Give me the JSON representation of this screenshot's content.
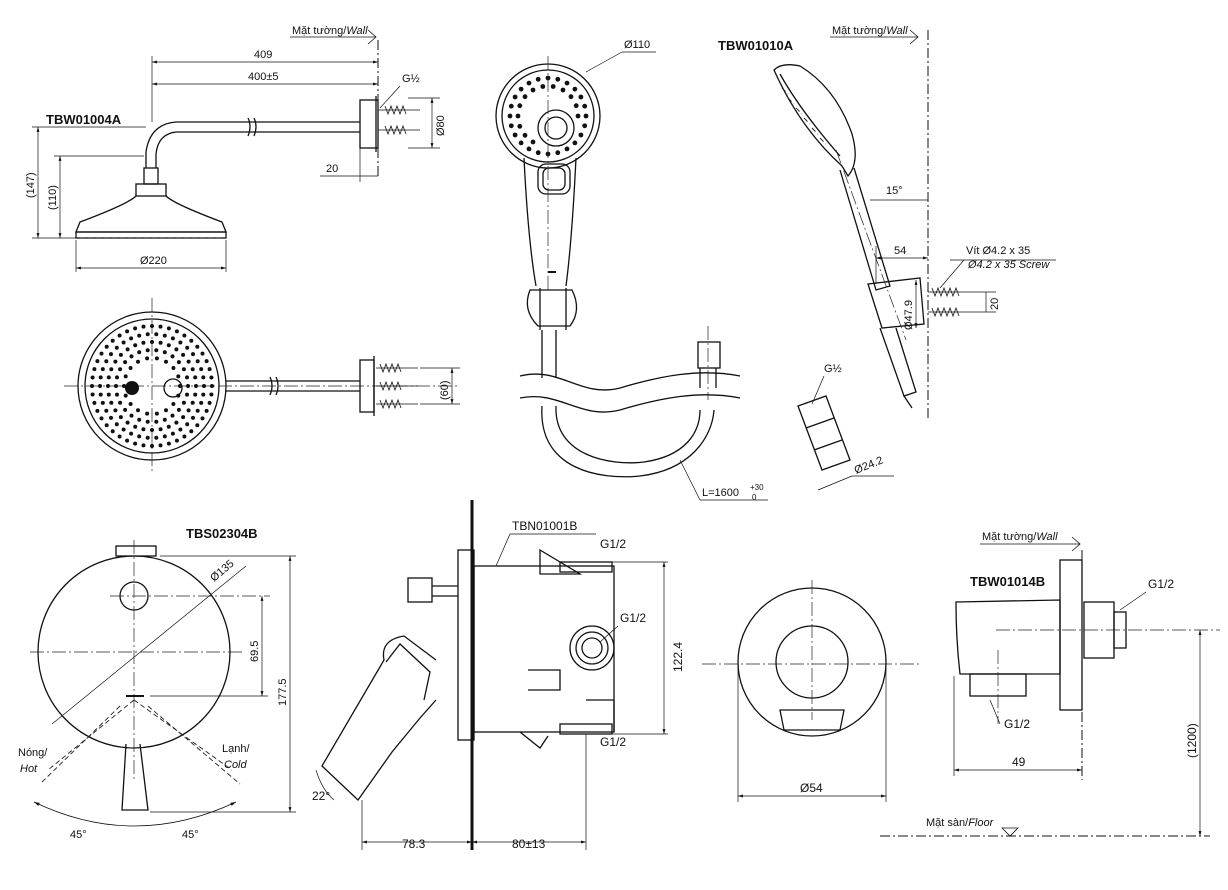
{
  "models": {
    "shower_head": "TBW01004A",
    "hand_shower": "TBW01010A",
    "mixer": "TBS02304B",
    "valve_body": "TBN01001B",
    "wall_outlet": "TBW01014B"
  },
  "wall_labels": {
    "wall_1": "Mặt tường/",
    "wall_1_en": "Wall",
    "wall_2": "Mặt tường/",
    "wall_2_en": "Wall",
    "wall_3": "Mặt tường/",
    "wall_3_en": "Wall",
    "floor": "Mặt sàn/",
    "floor_en": "Floor"
  },
  "shower_head": {
    "dim_409": "409",
    "dim_400": "400±5",
    "thread": "G½",
    "dim_80": "Ø80",
    "dim_20": "20",
    "dim_147": "(147)",
    "dim_110": "(110)",
    "dim_220": "Ø220",
    "dim_60": "(60)"
  },
  "hand_shower": {
    "dim_110": "Ø110",
    "hose_length": "L=1600",
    "hose_tol_plus": "+30",
    "hose_tol_minus": "0",
    "thread": "G½",
    "dim_24": "Ø24.2",
    "angle": "15°",
    "dim_54": "54",
    "screw_vi": "Vít Ø4.2 x 35",
    "screw_en": "Ø4.2 x 35 Screw",
    "dim_47": "Ø47.9",
    "dim_20": "20"
  },
  "mixer": {
    "dim_135": "Ø135",
    "dim_69": "69.5",
    "dim_177": "177.5",
    "hot_vi": "Nóng/",
    "hot_en": "Hot",
    "cold_vi": "Lạnh/",
    "cold_en": "Cold",
    "angle_left": "45°",
    "angle_right": "45°"
  },
  "valve_body": {
    "thread_top": "G1/2",
    "thread_mid": "G1/2",
    "thread_bot": "G1/2",
    "dim_122": "122.4",
    "angle": "22°",
    "dim_78": "78.3",
    "dim_80": "80±13"
  },
  "wall_outlet": {
    "dim_54": "Ø54",
    "thread_top": "G1/2",
    "thread_bot": "G1/2",
    "dim_49": "49",
    "dim_1200": "(1200)"
  }
}
